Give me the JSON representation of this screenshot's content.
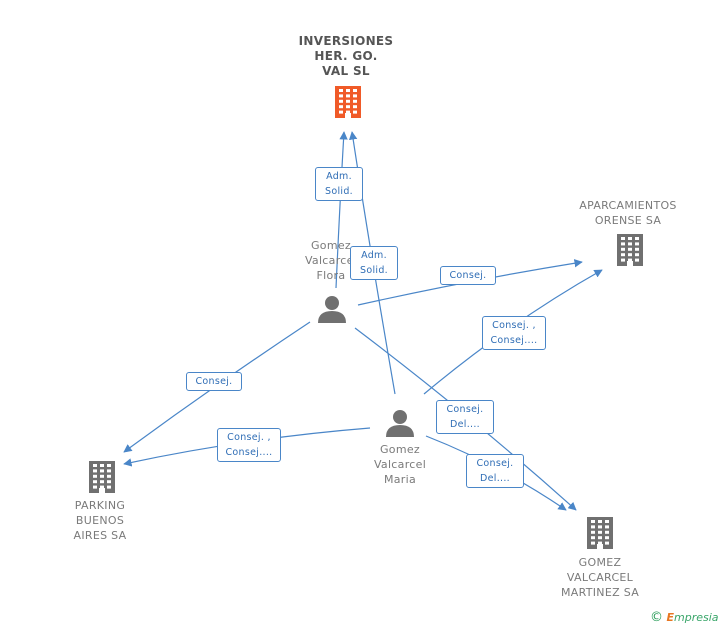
{
  "colors": {
    "edge": "#4a86c8",
    "company": "#707070",
    "main_company": "#f05a28",
    "person": "#707070"
  },
  "nodes": {
    "inversiones": {
      "label": "INVERSIONES\nHER. GO.\nVAL SL",
      "icon": "building-icon"
    },
    "aparcamientos": {
      "label": "APARCAMIENTOS\nORENSE SA",
      "icon": "building-icon"
    },
    "flora": {
      "label": "Gomez\nValcarcel\nFlora",
      "icon": "person-icon"
    },
    "maria": {
      "label": "Gomez\nValcarcel\nMaria",
      "icon": "person-icon"
    },
    "parking": {
      "label": "PARKING\nBUENOS\nAIRES SA",
      "icon": "building-icon"
    },
    "gvm": {
      "label": "GOMEZ\nVALCARCEL\nMARTINEZ SA",
      "icon": "building-icon"
    }
  },
  "edges": [
    {
      "from": "flora",
      "to": "inversiones",
      "label": "Adm.\nSolid."
    },
    {
      "from": "maria",
      "to": "inversiones",
      "label": "Adm.\nSolid."
    },
    {
      "from": "flora",
      "to": "aparcamientos",
      "label": "Consej."
    },
    {
      "from": "maria",
      "to": "aparcamientos",
      "label": "Consej. ,\nConsej...."
    },
    {
      "from": "flora",
      "to": "parking",
      "label": "Consej."
    },
    {
      "from": "maria",
      "to": "parking",
      "label": "Consej. ,\nConsej...."
    },
    {
      "from": "flora",
      "to": "gvm",
      "label": "Consej.\nDel...."
    },
    {
      "from": "maria",
      "to": "gvm",
      "label": "Consej.\nDel...."
    }
  ],
  "brand": {
    "copyright": "©",
    "e": "E",
    "rest": "mpresia"
  }
}
